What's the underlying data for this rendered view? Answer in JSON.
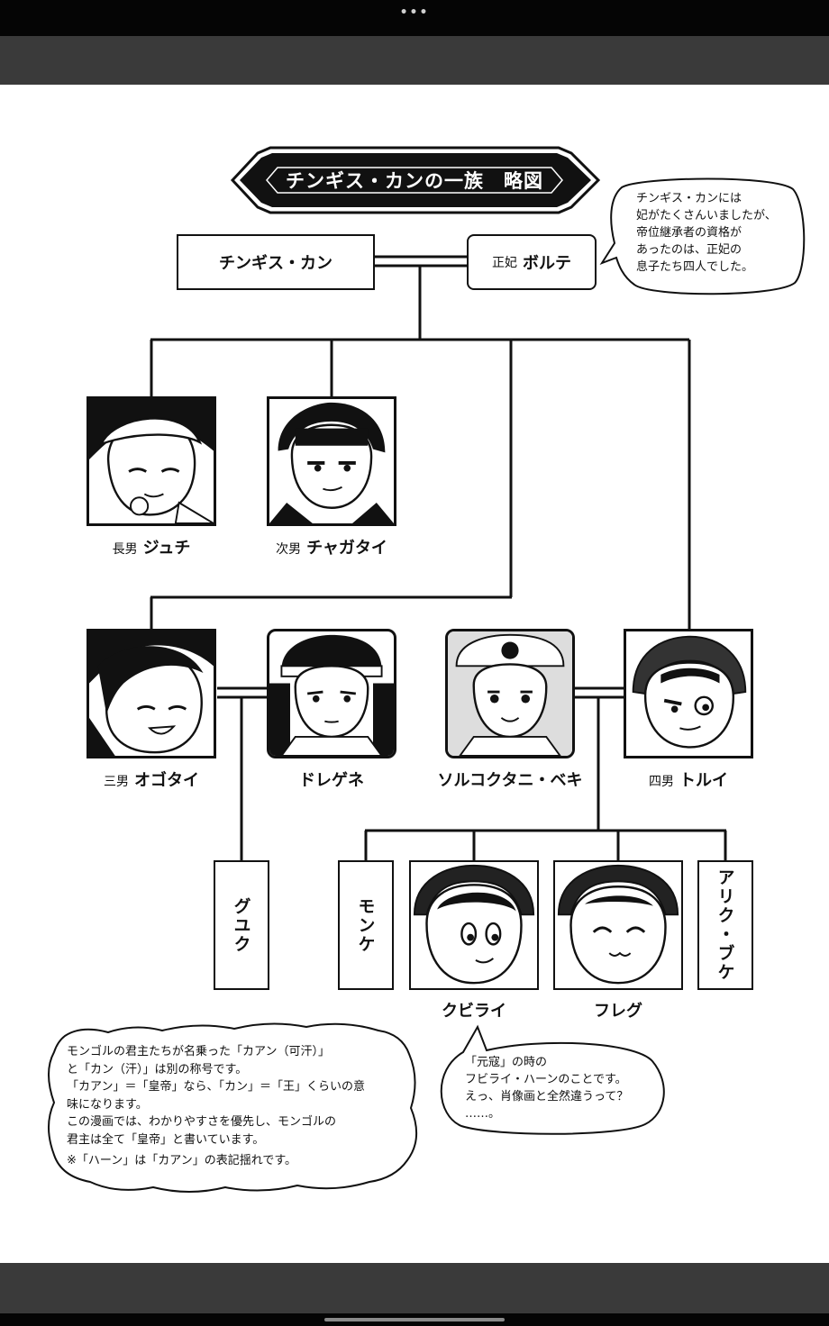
{
  "app": {
    "menu_dots": "•••"
  },
  "diagram": {
    "title": "チンギス・カンの一族　略図",
    "genghis": {
      "name": "チンギス・カン"
    },
    "borte": {
      "rank": "正妃",
      "name": "ボルテ"
    },
    "speech_note_1": [
      "チンギス・カンには",
      "妃がたくさんいましたが、",
      "帝位継承者の資格が",
      "あったのは、正妃の",
      "息子たち四人でした。"
    ],
    "sons_row1": [
      {
        "rank": "長男",
        "name": "ジュチ"
      },
      {
        "rank": "次男",
        "name": "チャガタイ"
      }
    ],
    "row2": [
      {
        "rank": "三男",
        "name": "オゴタイ"
      },
      {
        "rank": "",
        "name": "ドレゲネ"
      },
      {
        "rank": "",
        "name": "ソルコクタニ・ベキ"
      },
      {
        "rank": "四男",
        "name": "トルイ"
      }
    ],
    "grandchildren": {
      "guyuk": "グユク",
      "mongke": "モンケ",
      "kublai": "クビライ",
      "hulagu": "フレグ",
      "ariq_boke": "アリク・ブケ"
    },
    "note_bottom_left": [
      "モンゴルの君主たちが名乗った「カアン（可汗）」",
      "と「カン（汗）」は別の称号です。",
      "「カアン」＝「皇帝」なら、「カン」＝「王」くらいの意",
      "味になります。",
      "この漫画では、わかりやすさを優先し、モンゴルの",
      "君主は全て「皇帝」と書いています。",
      "※「ハーン」は「カアン」の表記揺れです。"
    ],
    "note_kublai": [
      "「元寇」の時の",
      "フビライ・ハーンのことです。",
      "えっ、肖像画と全然違うって？",
      "……。"
    ]
  },
  "colors": {
    "ink": "#111111",
    "chrome_dark": "#050505",
    "chrome_band": "#3a3a3a",
    "paper": "#ffffff"
  }
}
